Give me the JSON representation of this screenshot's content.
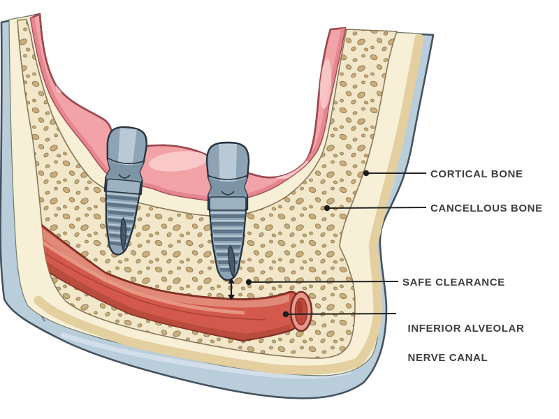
{
  "figure": {
    "type": "medical-illustration",
    "subject": "Mandible cross-section with two dental implants showing safe clearance above the inferior alveolar nerve canal"
  },
  "annotations": {
    "cortical": {
      "label": "CORTICAL BONE"
    },
    "cancellous": {
      "label": "CANCELLOUS BONE"
    },
    "clearance": {
      "label": "SAFE CLEARANCE"
    },
    "nerve": {
      "label_line1": "INFERIOR ALVEOLAR",
      "label_line2": "NERVE CANAL"
    }
  },
  "colors": {
    "soft_tissue_blue": "#b9cdda",
    "soft_tissue_outline": "#43525e",
    "cortical_cream": "#f7efd6",
    "outer_cortical_tan": "#e3cfa0",
    "cancellous_bg": "#f2e7c8",
    "trabeculae": "#c8ad7e",
    "trabeculae_outline": "#8d7851",
    "gum_pink": "#f2a3a7",
    "gum_shadow": "#e5858e",
    "gum_outline": "#9c454e",
    "gum_highlight": "#f9cdcd",
    "nerve_red": "#d2594b",
    "nerve_light": "#e08c7a",
    "nerve_dark": "#b64a3c",
    "nerve_outline": "#7c2f26",
    "implant_steel": "#8ea4b5",
    "implant_light": "#b9cad6",
    "implant_dark": "#5e7587",
    "implant_outline": "#273540",
    "label_text": "#3e3e3e",
    "leader_line": "#222222"
  }
}
